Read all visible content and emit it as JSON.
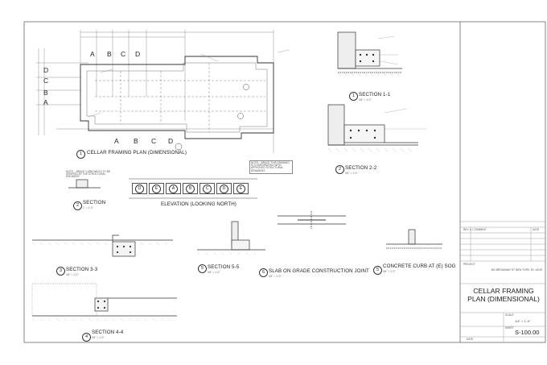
{
  "drawing": {
    "plan_title": "CELLAR FRAMING PLAN (DIMENSIONAL)",
    "plan_number": "1",
    "grid_letters_top": [
      "A",
      "B",
      "C",
      "D"
    ],
    "grid_letters_bottom": [
      "A",
      "B",
      "C",
      "D"
    ],
    "grid_letters_left": [
      "D",
      "C",
      "B",
      "A"
    ],
    "elevation_title": "ELEVATION (LOOKING NORTH)",
    "elevation_cells": [
      "D",
      "E",
      "A",
      "B",
      "C",
      "D",
      "E"
    ],
    "sections": [
      {
        "num": "1",
        "title": "SECTION 1-1",
        "scale": "3/4\" = 1'-0\""
      },
      {
        "num": "2",
        "title": "SECTION 2-2",
        "scale": "3/4\" = 1'-0\""
      },
      {
        "num": "2",
        "title": "SECTION",
        "scale": "1\" = 1'-0\""
      },
      {
        "num": "3",
        "title": "SECTION 3-3",
        "scale": "3/4\" = 1'-0\""
      },
      {
        "num": "5",
        "title": "SECTION 5-5",
        "scale": "3/4\" = 1'-0\""
      },
      {
        "num": "6",
        "title": "SLAB ON GRADE CONSTRUCTION JOINT",
        "scale": "3/4\" = 1'-0\""
      },
      {
        "num": "5",
        "title": "CONCRETE CURB AT (E) SOG",
        "scale": "3/4\" = 1'-0\""
      },
      {
        "num": "4",
        "title": "SECTION 4-4",
        "scale": "3/4\" = 1'-0\""
      }
    ],
    "notes": {
      "plan_note": "NOTE: - BRACE THIS DRAWING IS COORDINATING WITH APPROVED STRUCTURAL DRAWINGS",
      "section_note": "NOTE: - BRACE CURB WIDTH TO BE VERIFIED BY THE STRUCTURAL ENGINEER"
    }
  },
  "title_block": {
    "project_label": "PROJECT",
    "address": "500 BROADWAY ST NEW YORK, NY 10019",
    "revision_header": "REV. # / COMMENT",
    "date_header": "DATE",
    "drawing_title": "CELLAR FRAMING PLAN (DIMENSIONAL)",
    "sheet_label": "SHEET",
    "sheet_number": "S-100.00",
    "scale_label": "SCALE",
    "scale_value": "1/4\" = 1'-0\"",
    "date_label": "DATE"
  }
}
